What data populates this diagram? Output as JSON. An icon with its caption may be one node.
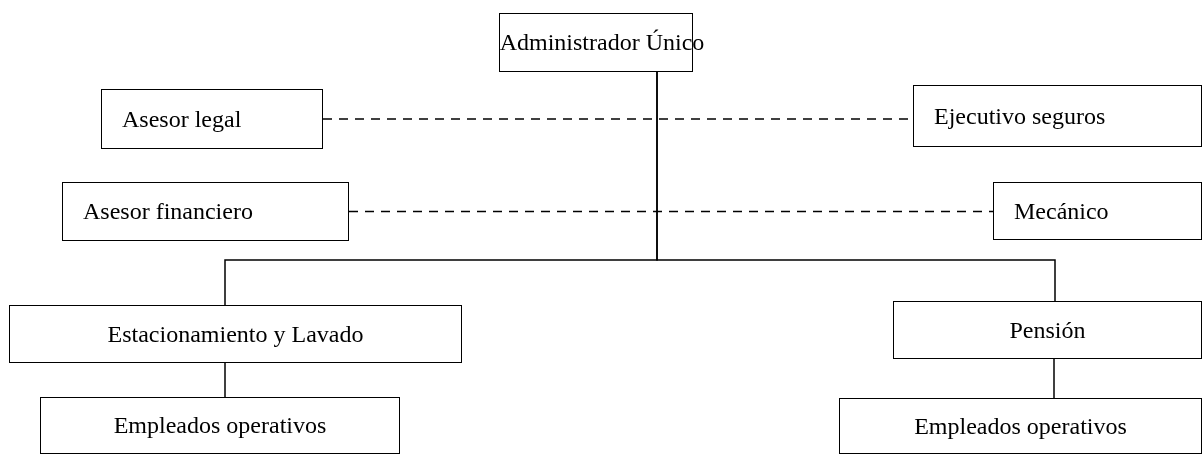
{
  "diagram": {
    "nodes": [
      {
        "text": [
          "Administrador Único"
        ]
      },
      {
        "text": [
          "Asesor legal"
        ]
      },
      {
        "text": [
          "Ejecutivo seguros"
        ]
      },
      {
        "text": [
          "Asesor financiero"
        ]
      },
      {
        "text": [
          "Mecánico"
        ]
      },
      {
        "text": [
          "Estacionamiento y Lavado"
        ]
      },
      {
        "text": [
          "Pensión"
        ]
      },
      {
        "text": [
          "Empleados operativos"
        ]
      },
      {
        "text": [
          "Empleados operativos"
        ]
      }
    ],
    "edges": [
      {
        "from": 0,
        "to": 5,
        "arrow": "none"
      },
      {
        "from": 0,
        "to": 6,
        "arrow": "none"
      },
      {
        "from": 1,
        "to": 2,
        "arrow": "none",
        "style": "dashed"
      },
      {
        "from": 3,
        "to": 4,
        "arrow": "none",
        "style": "dashed"
      },
      {
        "from": 5,
        "to": 7,
        "arrow": "none"
      },
      {
        "from": 6,
        "to": 8,
        "arrow": "none"
      }
    ]
  }
}
